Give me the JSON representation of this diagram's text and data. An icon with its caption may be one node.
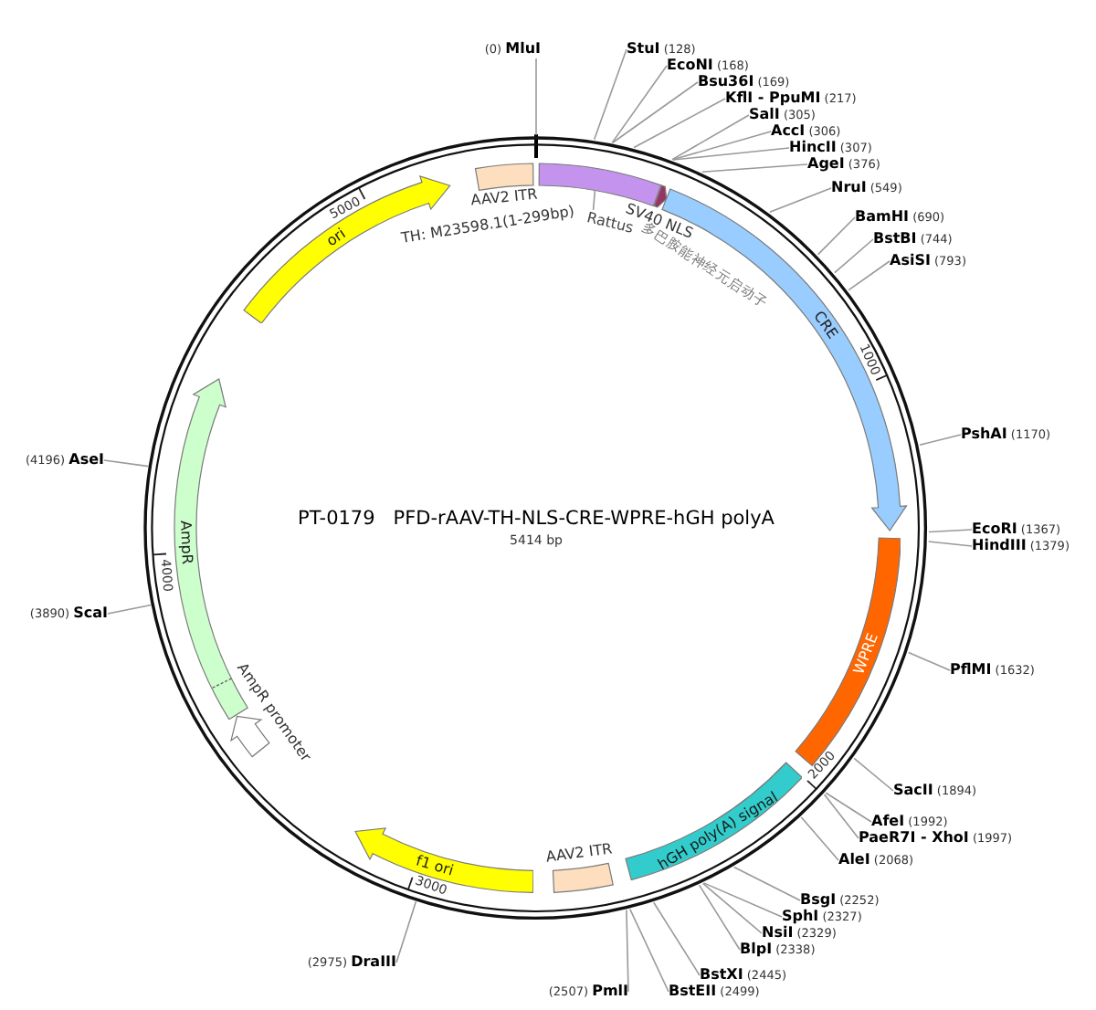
{
  "diagram": {
    "title": "PT-0179   PFD-rAAV-TH-NLS-CRE-WPRE-hGH polyA",
    "nodes": [
      {
        "text": [
          "(0) **MluI**"
        ]
      },
      {
        "text": [
          "**StuI** (128)"
        ]
      },
      {
        "text": [
          "**EcoNI** (168)"
        ]
      },
      {
        "text": [
          "**Bsu36I** (169)"
        ]
      },
      {
        "text": [
          "**KflI - PpuMI** (217)"
        ]
      },
      {
        "text": [
          "**SalI** (305)"
        ]
      },
      {
        "text": [
          "**AccI** (306)"
        ]
      },
      {
        "text": [
          "**HincII** (307)"
        ]
      },
      {
        "text": [
          "**AgeI** (376)"
        ]
      },
      {
        "text": [
          "**NruI** (549)"
        ]
      },
      {
        "text": [
          "**BamHI** (690)"
        ]
      },
      {
        "text": [
          "**BstBI** (744)"
        ]
      },
      {
        "text": [
          "**AsiSI** (793)"
        ]
      },
      {
        "text": [
          "**PshAI** (1170)"
        ]
      },
      {
        "text": [
          "**EcoRI** (1367)"
        ]
      },
      {
        "text": [
          "**HindIII** (1379)"
        ]
      },
      {
        "text": [
          "**PflMI** (1632)"
        ]
      },
      {
        "text": [
          "**SacII** (1894)"
        ]
      },
      {
        "text": [
          "**AfeI** (1992)"
        ]
      },
      {
        "text": [
          "**PaeR7I - XhoI** (1997)"
        ]
      },
      {
        "text": [
          "**AleI** (2068)"
        ]
      },
      {
        "text": [
          "**BsgI** (2252)"
        ]
      },
      {
        "text": [
          "**SphI** (2327)"
        ]
      },
      {
        "text": [
          "**NsiI** (2329)"
        ]
      },
      {
        "text": [
          "**BlpI** (2338)"
        ]
      },
      {
        "text": [
          "**BstXI** (2445)"
        ]
      },
      {
        "text": [
          "**BstEII** (2499)"
        ]
      },
      {
        "text": [
          "(2507) **PmlI**"
        ]
      },
      {
        "text": [
          "(2975) **DraIII**"
        ]
      },
      {
        "text": [
          "(3890) **ScaI**"
        ]
      },
      {
        "text": [
          "(4196) **AseI**"
        ]
      },
      {
        "text": [],
        "shape": "circle"
      },
      {
        "text": [
          "AAV2 ITR"
        ],
        "in": 31
      },
      {
        "text": [
          "TH: M23598.1(1-299bp)",
          "Rattus",
          "多巴胺能神经元启动子"
        ],
        "in": 31
      },
      {
        "text": [
          "SV40 NLS"
        ],
        "in": 31
      },
      {
        "text": [
          "CRE"
        ],
        "in": 31
      },
      {
        "text": [
          "WPRE"
        ],
        "in": 31
      },
      {
        "text": [
          "hGH poly(A) signal"
        ],
        "in": 31
      },
      {
        "text": [
          "AAV2 ITR"
        ],
        "in": 31
      },
      {
        "text": [
          "f1 ori"
        ],
        "in": 31
      },
      {
        "text": [
          "AmpR promoter"
        ],
        "in": 31
      },
      {
        "text": [
          "AmpR"
        ],
        "in": 31
      },
      {
        "text": [
          "ori"
        ],
        "in": 31
      }
    ],
    "edges": [
      {
        "from": 0,
        "to": 31,
        "arrow": "none"
      },
      {
        "from": 1,
        "to": 31,
        "arrow": "none"
      },
      {
        "from": 2,
        "to": 31,
        "arrow": "none"
      },
      {
        "from": 3,
        "to": 31,
        "arrow": "none"
      },
      {
        "from": 4,
        "to": 31,
        "arrow": "none"
      },
      {
        "from": 5,
        "to": 31,
        "arrow": "none"
      },
      {
        "from": 6,
        "to": 31,
        "arrow": "none"
      },
      {
        "from": 7,
        "to": 31,
        "arrow": "none"
      },
      {
        "from": 8,
        "to": 31,
        "arrow": "none"
      },
      {
        "from": 9,
        "to": 31,
        "arrow": "none"
      },
      {
        "from": 10,
        "to": 31,
        "arrow": "none"
      },
      {
        "from": 11,
        "to": 31,
        "arrow": "none"
      },
      {
        "from": 12,
        "to": 31,
        "arrow": "none"
      },
      {
        "from": 13,
        "to": 31,
        "arrow": "none"
      },
      {
        "from": 14,
        "to": 31,
        "arrow": "none"
      },
      {
        "from": 15,
        "to": 31,
        "arrow": "none"
      },
      {
        "from": 16,
        "to": 31,
        "arrow": "none"
      },
      {
        "from": 17,
        "to": 31,
        "arrow": "none"
      },
      {
        "from": 18,
        "to": 31,
        "arrow": "none"
      },
      {
        "from": 19,
        "to": 31,
        "arrow": "none"
      },
      {
        "from": 20,
        "to": 31,
        "arrow": "none"
      },
      {
        "from": 21,
        "to": 31,
        "arrow": "none"
      },
      {
        "from": 22,
        "to": 31,
        "arrow": "none"
      },
      {
        "from": 23,
        "to": 31,
        "arrow": "none"
      },
      {
        "from": 24,
        "to": 31,
        "arrow": "none"
      },
      {
        "from": 25,
        "to": 31,
        "arrow": "none"
      },
      {
        "from": 26,
        "to": 31,
        "arrow": "none"
      },
      {
        "from": 27,
        "to": 31,
        "arrow": "none"
      },
      {
        "from": 28,
        "to": 31,
        "arrow": "none"
      },
      {
        "from": 29,
        "to": 31,
        "arrow": "none"
      },
      {
        "from": 30,
        "to": 31,
        "arrow": "none"
      }
    ],
    "labels": [
      "5414 bp",
      "1000",
      "2000",
      "3000",
      "4000",
      "5000"
    ]
  }
}
